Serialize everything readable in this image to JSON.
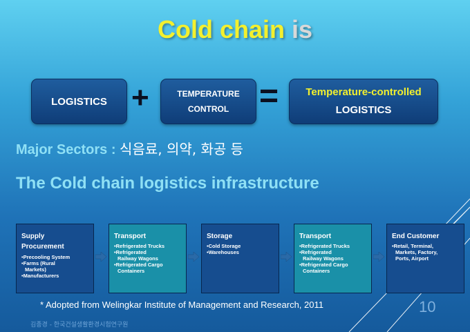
{
  "title": {
    "main": "Cold chain",
    "suffix": "is"
  },
  "equation": {
    "box1": "LOGISTICS",
    "box2_line1": "TEMPERATURE",
    "box2_line2": "CONTROL",
    "plus": "+",
    "equals": "=",
    "result_line1": "Temperature-controlled",
    "result_line2": "LOGISTICS"
  },
  "sectors": {
    "label": "Major Sectors :",
    "value": "식음료, 의약, 화공 등"
  },
  "infrastructure_title": "The Cold chain logistics infrastructure",
  "stages": [
    {
      "head1": "Supply",
      "head2": "Procurement",
      "items": [
        "•Precooling System",
        "•Farms (Rural",
        "Markets)",
        "•Manufacturers"
      ]
    },
    {
      "head1": "Transport",
      "items": [
        "•Refrigerated Trucks",
        "•Refrigerated",
        "Railway Wagons",
        "•Refrigerated Cargo",
        "Containers"
      ]
    },
    {
      "head1": "Storage",
      "items": [
        "•Cold Storage",
        "•Warehouses"
      ]
    },
    {
      "head1": "Transport",
      "items": [
        "•Refrigerated Trucks",
        "•Refrigerated",
        "Railway Wagons",
        "•Refrigerated Cargo",
        "Containers"
      ]
    },
    {
      "head1": "End Customer",
      "items": [
        "•Retail, Terminal,",
        "Markets, Factory,",
        "Ports, Airport"
      ]
    }
  ],
  "footnote": "* Adopted from Welingkar Institute of Management and Research, 2011",
  "page_number": "10",
  "author": "김종경 - 한국건설생활환경시험연구원",
  "colors": {
    "title_yellow": "#f3f02e",
    "box_navy": "#164d8f",
    "box_teal": "#1a90a8",
    "heading_cyan": "#8fe0f5"
  }
}
